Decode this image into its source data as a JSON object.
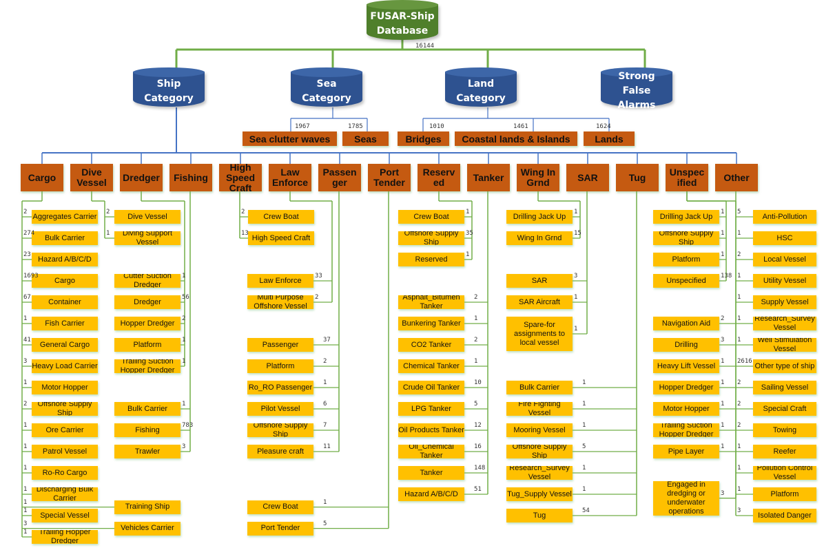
{
  "root": {
    "label": "FUSAR-Ship Database",
    "line1": "FUSAR-Ship",
    "line2": "Database",
    "count": "16144"
  },
  "colors": {
    "root": "#4f7f2b",
    "category": "#2e5290",
    "subcategory": "#c55a11",
    "leaf": "#ffc000",
    "green_line": "#70ad47",
    "blue_line": "#4472c4"
  },
  "top_categories": [
    {
      "label": "Ship Category"
    },
    {
      "label": "Sea Category"
    },
    {
      "label": "Land Category"
    },
    {
      "label": "Strong False Alarms"
    }
  ],
  "sea_land_items": [
    {
      "label": "Sea clutter waves",
      "count": "1967"
    },
    {
      "label": "Seas",
      "count": "1785"
    },
    {
      "label": "Bridges",
      "count": "1010"
    },
    {
      "label": "Coastal lands & Islands",
      "count": "1461"
    },
    {
      "label": "Lands",
      "count": "1624"
    }
  ],
  "ship_types": [
    {
      "label": "Cargo"
    },
    {
      "label": "Dive Vessel"
    },
    {
      "label": "Dredger"
    },
    {
      "label": "Fishing"
    },
    {
      "label": "High Speed Craft"
    },
    {
      "label": "Law Enforce"
    },
    {
      "label": "Passen ger"
    },
    {
      "label": "Port Tender"
    },
    {
      "label": "Reserv ed"
    },
    {
      "label": "Tanker"
    },
    {
      "label": "Wing In Grnd"
    },
    {
      "label": "SAR"
    },
    {
      "label": "Tug"
    },
    {
      "label": "Unspec ified"
    },
    {
      "label": "Other"
    }
  ],
  "subtypes": {
    "cargo": [
      {
        "label": "Aggregates Carrier",
        "count": "2"
      },
      {
        "label": "Bulk Carrier",
        "count": "274"
      },
      {
        "label": "Hazard A/B/C/D",
        "count": "23"
      },
      {
        "label": "Cargo",
        "count": "1693"
      },
      {
        "label": "Container",
        "count": "67"
      },
      {
        "label": "Fish Carrier",
        "count": "1"
      },
      {
        "label": "General Cargo",
        "count": "41"
      },
      {
        "label": "Heavy Load Carrier",
        "count": "3"
      },
      {
        "label": "Motor Hopper",
        "count": "1"
      },
      {
        "label": "Offshore Supply Ship",
        "count": "2"
      },
      {
        "label": "Ore Carrier",
        "count": "1"
      },
      {
        "label": "Patrol Vessel",
        "count": "1"
      },
      {
        "label": "Ro-Ro Cargo",
        "count": "1"
      },
      {
        "label": "Discharging Bulk Carrier",
        "count": "1"
      },
      {
        "label": "Special Vessel",
        "count": "1"
      },
      {
        "label": "Trailing Hopper Dredger",
        "count": "1"
      },
      {
        "label": "Training Ship",
        "count": "1"
      },
      {
        "label": "Vehicles Carrier",
        "count": "3"
      }
    ],
    "dive_vessel": [
      {
        "label": "Dive Vessel",
        "count": "2"
      },
      {
        "label": "Diving Support Vessel",
        "count": "1"
      }
    ],
    "dredger": [
      {
        "label": "Cutter Suction Dredger",
        "count": "1"
      },
      {
        "label": "Dredger",
        "count": "56"
      },
      {
        "label": "Hopper Dredger",
        "count": "2"
      },
      {
        "label": "Platform",
        "count": "1"
      },
      {
        "label": "Trailing Suction Hopper Dredger",
        "count": "1"
      }
    ],
    "fishing": [
      {
        "label": "Bulk Carrier",
        "count": "1"
      },
      {
        "label": "Fishing",
        "count": "783"
      },
      {
        "label": "Trawler",
        "count": "3"
      }
    ],
    "high_speed_craft": [
      {
        "label": "Crew Boat",
        "count": "2"
      },
      {
        "label": "High Speed Craft",
        "count": "13"
      }
    ],
    "law_enforce": [
      {
        "label": "Law Enforce",
        "count": "33"
      },
      {
        "label": "Multi Purpose Offshore Vessel",
        "count": "2"
      }
    ],
    "passenger": [
      {
        "label": "Passenger",
        "count": "37"
      },
      {
        "label": "Platform",
        "count": "2"
      },
      {
        "label": "Ro_RO Passenger",
        "count": "1"
      },
      {
        "label": "Pilot Vessel",
        "count": "6"
      },
      {
        "label": "Offshore Supply Ship",
        "count": "7"
      },
      {
        "label": "Pleasure craft",
        "count": "11"
      }
    ],
    "port_tender": [
      {
        "label": "Crew Boat",
        "count": "1"
      },
      {
        "label": "Port Tender",
        "count": "5"
      }
    ],
    "reserved": [
      {
        "label": "Crew Boat",
        "count": "1"
      },
      {
        "label": "Offshore Supply Ship",
        "count": "35"
      },
      {
        "label": "Reserved",
        "count": "1"
      }
    ],
    "tanker": [
      {
        "label": "Asphalt_Bitumen Tanker",
        "count": "2"
      },
      {
        "label": "Bunkering Tanker",
        "count": "1"
      },
      {
        "label": "CO2 Tanker",
        "count": "2"
      },
      {
        "label": "Chemical Tanker",
        "count": "1"
      },
      {
        "label": "Crude Oil Tanker",
        "count": "10"
      },
      {
        "label": "LPG Tanker",
        "count": "5"
      },
      {
        "label": "Oil Products Tanker",
        "count": "12"
      },
      {
        "label": "Oil_Chemical Tanker",
        "count": "16"
      },
      {
        "label": "Tanker",
        "count": "148"
      },
      {
        "label": "Hazard A/B/C/D",
        "count": "51"
      }
    ],
    "wing_in_grnd": [
      {
        "label": "Drilling Jack Up",
        "count": "1"
      },
      {
        "label": "Wing In Grnd",
        "count": "15"
      }
    ],
    "sar": [
      {
        "label": "SAR",
        "count": "3"
      },
      {
        "label": "SAR Aircraft",
        "count": "1"
      },
      {
        "label": "Spare-for assignments to local vessel",
        "count": "1"
      }
    ],
    "tug": [
      {
        "label": "Bulk Carrier",
        "count": "1"
      },
      {
        "label": "Fire Fighting Vessel",
        "count": "1"
      },
      {
        "label": "Mooring Vessel",
        "count": "1"
      },
      {
        "label": "Offshore Supply Ship",
        "count": "5"
      },
      {
        "label": "Research_Survey Vessel",
        "count": "1"
      },
      {
        "label": "Tug_Supply Vessel",
        "count": "1"
      },
      {
        "label": "Tug",
        "count": "54"
      }
    ],
    "unspecified": [
      {
        "label": "Drilling Jack Up",
        "count": "1"
      },
      {
        "label": "Offshore Supply Ship",
        "count": "1"
      },
      {
        "label": "Platform",
        "count": "1"
      },
      {
        "label": "Unspecified",
        "count": "138"
      },
      {
        "label": "Navigation Aid",
        "count": "2"
      },
      {
        "label": "Drilling",
        "count": "3"
      },
      {
        "label": "Heavy Lift Vessel",
        "count": "1"
      },
      {
        "label": "Hopper Dredger",
        "count": "1"
      },
      {
        "label": "Motor Hopper",
        "count": "1"
      },
      {
        "label": "Trailing Suction Hopper Dredger",
        "count": "1"
      },
      {
        "label": "Pipe Layer",
        "count": "1"
      },
      {
        "label": "Engaged in dredging or underwater operations",
        "count": "3"
      }
    ],
    "other": [
      {
        "label": "Anti-Pollution",
        "count": "5"
      },
      {
        "label": "HSC",
        "count": "1"
      },
      {
        "label": "Local Vessel",
        "count": "2"
      },
      {
        "label": "Utility Vessel",
        "count": "1"
      },
      {
        "label": "Supply Vessel",
        "count": "1"
      },
      {
        "label": "Research_Survey Vessel",
        "count": "1"
      },
      {
        "label": "Well Stimulation Vessel",
        "count": "1"
      },
      {
        "label": "Other type of ship",
        "count": "2616"
      },
      {
        "label": "Sailing Vessel",
        "count": "2"
      },
      {
        "label": "Special Craft",
        "count": "2"
      },
      {
        "label": "Towing",
        "count": "2"
      },
      {
        "label": "Reefer",
        "count": "1"
      },
      {
        "label": "Pollution Control Vessel",
        "count": "1"
      },
      {
        "label": "Platform",
        "count": "1"
      },
      {
        "label": "Isolated Danger",
        "count": "3"
      }
    ]
  }
}
